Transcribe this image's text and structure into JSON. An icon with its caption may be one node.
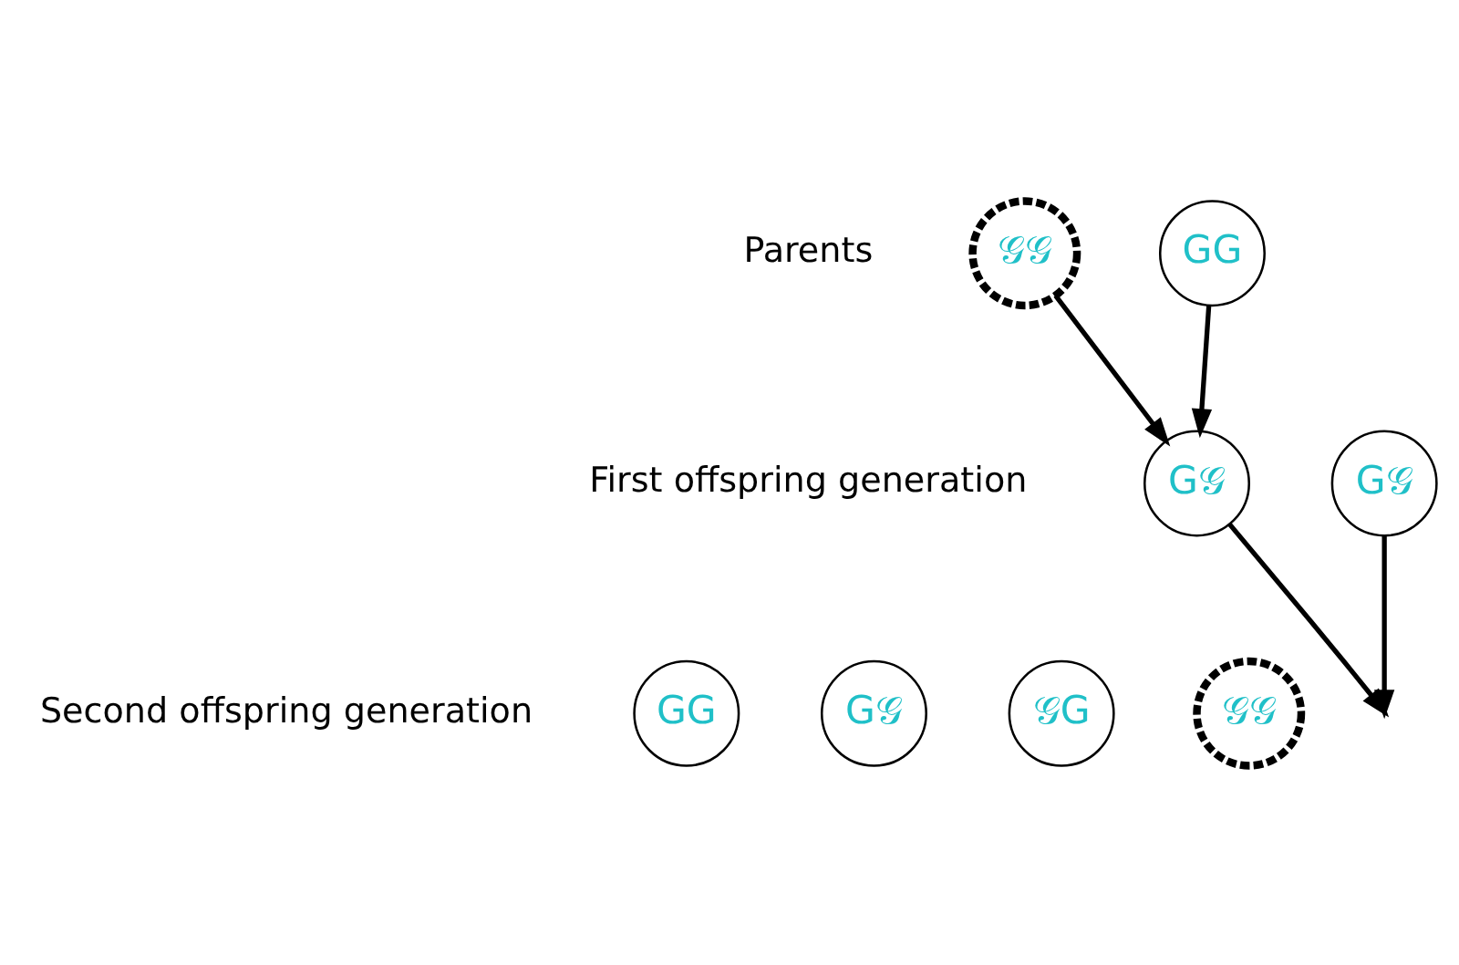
{
  "diagram": {
    "nodes": [
      {
        "text": [
          "𝒢𝒢"
        ]
      },
      {
        "text": [
          "GG"
        ]
      },
      {
        "text": [
          "G𝒢"
        ]
      },
      {
        "text": [
          "G𝒢"
        ]
      },
      {
        "text": [
          "GG"
        ]
      },
      {
        "text": [
          "G𝒢"
        ]
      },
      {
        "text": [
          "𝒢G"
        ]
      },
      {
        "text": [
          "𝒢𝒢"
        ]
      }
    ],
    "edges": [
      {
        "from": 0,
        "to": 2,
        "arrow": "to"
      },
      {
        "from": 1,
        "to": 2,
        "arrow": "to"
      },
      {
        "from": 2,
        "to": null,
        "arrow": "to"
      },
      {
        "from": 3,
        "to": null,
        "arrow": "to"
      }
    ],
    "labels": [
      "Parents",
      "First offspring generation",
      "Second offspring generation"
    ]
  }
}
